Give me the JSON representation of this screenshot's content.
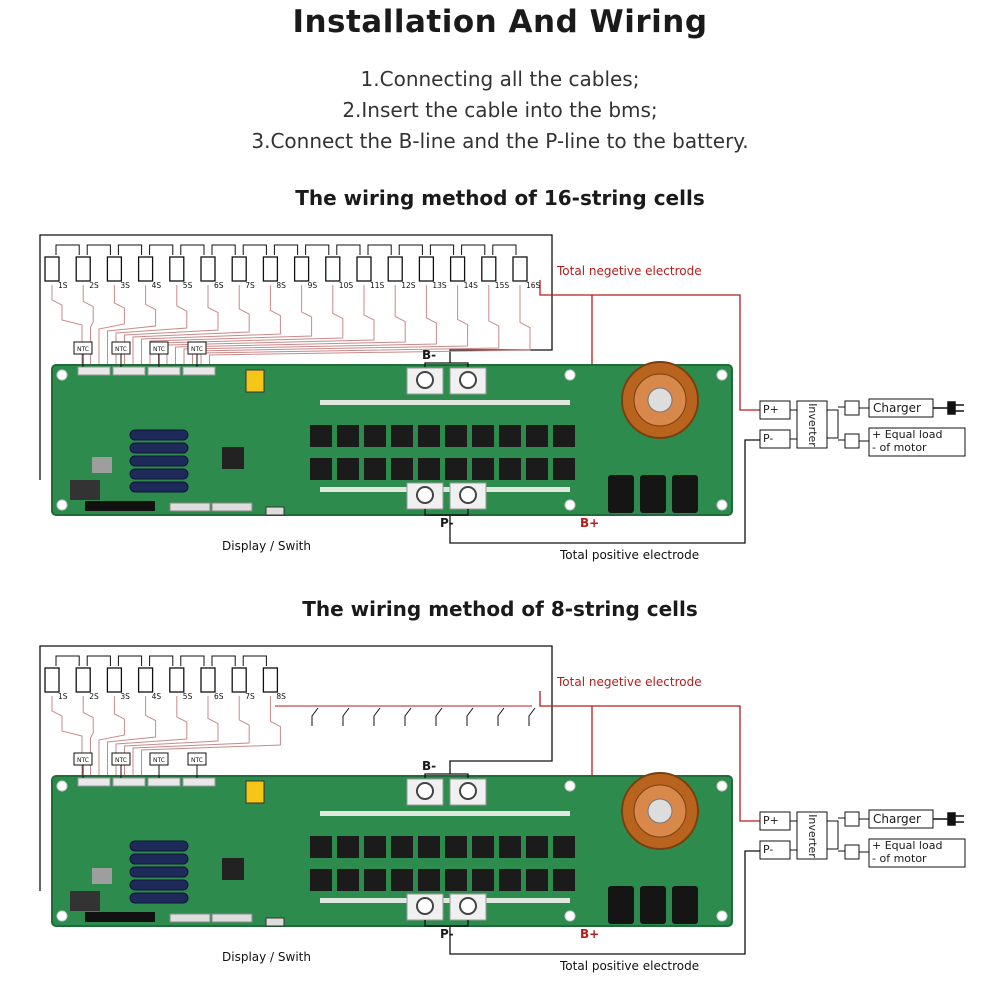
{
  "header": {
    "title": "Installation And Wiring",
    "steps": [
      "1.Connecting all the cables;",
      "2.Insert the cable into the bms;",
      "3.Connect the B-line and the P-line to the battery."
    ]
  },
  "diagram16": {
    "title": "The wiring method of 16-string cells",
    "cells": [
      "1S",
      "2S",
      "3S",
      "4S",
      "5S",
      "6S",
      "7S",
      "8S",
      "9S",
      "10S",
      "11S",
      "12S",
      "13S",
      "14S",
      "15S",
      "16S"
    ],
    "ntc": [
      "NTC",
      "NTC",
      "NTC",
      "NTC"
    ],
    "b_minus": "B-",
    "p_minus": "P-",
    "b_plus": "B+",
    "p_plus_port": "P+",
    "p_minus_port": "P-",
    "inverter": "Inverter",
    "charger": "Charger",
    "load_line1": "+ Equal load",
    "load_line2": "- of motor",
    "total_negative": "Total negetive electrode",
    "total_positive": "Total positive electrode",
    "display": "Display / Swith"
  },
  "diagram8": {
    "title": "The wiring method of 8-string cells",
    "cells": [
      "1S",
      "2S",
      "3S",
      "4S",
      "5S",
      "6S",
      "7S",
      "8S"
    ],
    "ntc": [
      "NTC",
      "NTC",
      "NTC",
      "NTC"
    ],
    "b_minus": "B-",
    "p_minus": "P-",
    "b_plus": "B+",
    "p_plus_port": "P+",
    "p_minus_port": "P-",
    "inverter": "Inverter",
    "charger": "Charger",
    "load_line1": "+ Equal load",
    "load_line2": "- of motor",
    "total_negative": "Total negetive electrode",
    "total_positive": "Total positive electrode",
    "display": "Display / Swith"
  },
  "colors": {
    "pcb": "#2e8b4e",
    "pcb_dark": "#1f6b3a",
    "wire_red": "#b71c1c",
    "wire_black": "#111111",
    "wire_pink": "#c98a8a",
    "capacitor": "#1e2a5a"
  }
}
